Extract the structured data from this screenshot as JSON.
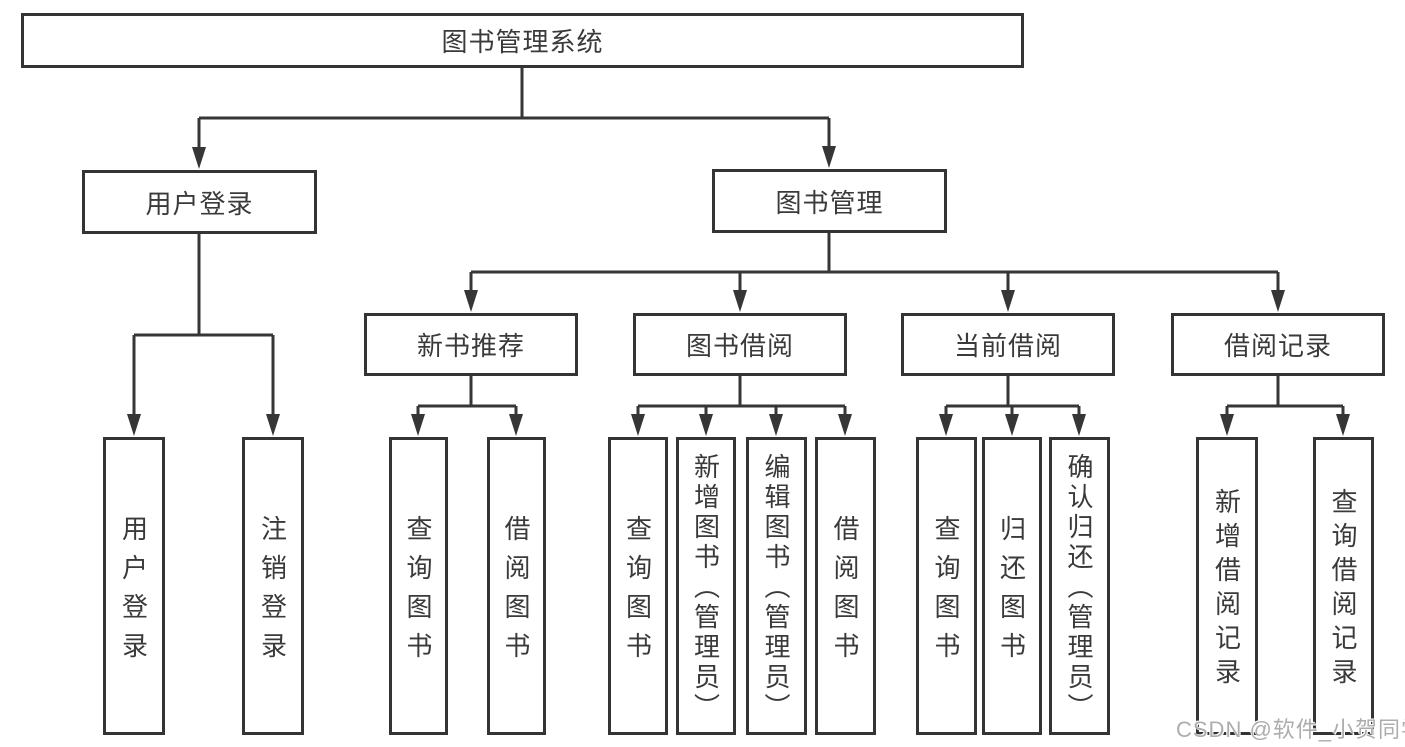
{
  "diagram": {
    "root": "图书管理系统",
    "level2": [
      "用户登录",
      "图书管理"
    ],
    "level3": [
      "新书推荐",
      "图书借阅",
      "当前借阅",
      "借阅记录"
    ],
    "leaves_login": [
      "用户登录",
      "注销登录"
    ],
    "leaves_new_book": [
      "查询图书",
      "借阅图书"
    ],
    "leaves_book_borrow": [
      "查询图书",
      "新增图书（管理员）",
      "编辑图书（管理员）",
      "借阅图书"
    ],
    "leaves_current_borrow": [
      "查询图书",
      "归还图书",
      "确认归还（管理员）"
    ],
    "leaves_borrow_record": [
      "新增借阅记录",
      "查询借阅记录"
    ]
  },
  "watermark": "CSDN @软件_小贺同学",
  "colors": {
    "line": "#363636",
    "box_border": "#343434",
    "text": "#3a3a3a",
    "watermark": "#adadad",
    "background": "#ffffff"
  }
}
